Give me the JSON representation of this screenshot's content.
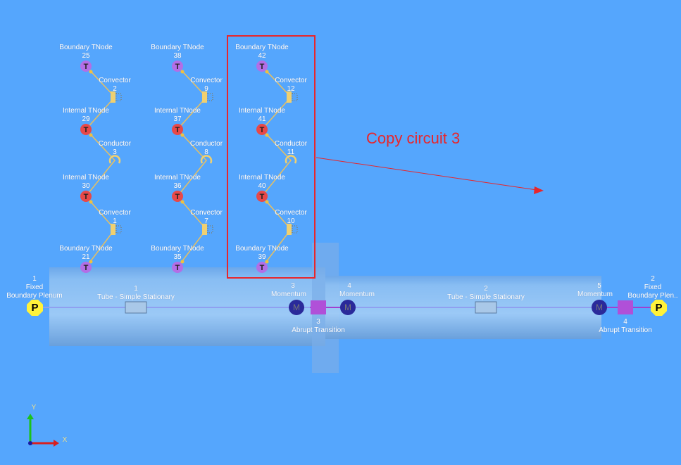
{
  "colors": {
    "background": "#55a6fd",
    "highlight": "#e8262b",
    "boundary_tnode": "#b36ee6",
    "internal_tnode": "#e84848",
    "plenum": "#fff23a",
    "momentum": "#2a2a9a"
  },
  "circuits": [
    {
      "nodes": [
        {
          "type": "Boundary TNode",
          "id": "25"
        },
        {
          "type": "Internal TNode",
          "id": "29"
        },
        {
          "type": "Internal TNode",
          "id": "30"
        },
        {
          "type": "Boundary TNode",
          "id": "21"
        }
      ],
      "links": [
        {
          "type": "Convector",
          "id": "2"
        },
        {
          "type": "Conductor",
          "id": "3"
        },
        {
          "type": "Convector",
          "id": "1"
        }
      ]
    },
    {
      "nodes": [
        {
          "type": "Boundary TNode",
          "id": "38"
        },
        {
          "type": "Internal TNode",
          "id": "37"
        },
        {
          "type": "Internal TNode",
          "id": "36"
        },
        {
          "type": "Boundary TNode",
          "id": "35"
        }
      ],
      "links": [
        {
          "type": "Convector",
          "id": "9"
        },
        {
          "type": "Conductor",
          "id": "8"
        },
        {
          "type": "Convector",
          "id": "7"
        }
      ]
    },
    {
      "nodes": [
        {
          "type": "Boundary TNode",
          "id": "42"
        },
        {
          "type": "Internal TNode",
          "id": "41"
        },
        {
          "type": "Internal TNode",
          "id": "40"
        },
        {
          "type": "Boundary TNode",
          "id": "39"
        }
      ],
      "links": [
        {
          "type": "Convector",
          "id": "12"
        },
        {
          "type": "Conductor",
          "id": "11"
        },
        {
          "type": "Convector",
          "id": "10"
        }
      ]
    }
  ],
  "tnode_glyph": "T",
  "flow": {
    "plenum1": {
      "id": "1",
      "type1": "Fixed",
      "type2": "Boundary Plenum",
      "glyph": "P"
    },
    "plenum2": {
      "id": "2",
      "type1": "Fixed",
      "type2": "Boundary Plen..",
      "glyph": "P"
    },
    "tube1": {
      "id": "1",
      "type": "Tube - Simple Stationary"
    },
    "tube2": {
      "id": "2",
      "type": "Tube - Simple Stationary"
    },
    "momentum3": {
      "id": "3",
      "type": "Momentum",
      "glyph": "M"
    },
    "momentum4": {
      "id": "4",
      "type": "Momentum",
      "glyph": "M"
    },
    "momentum5": {
      "id": "5",
      "type": "Momentum",
      "glyph": "M"
    },
    "abrupt3": {
      "id": "3",
      "type": "Abrupt Transition"
    },
    "abrupt4": {
      "id": "4",
      "type": "Abrupt Transition"
    }
  },
  "annotation": "Copy circuit 3",
  "axes": {
    "x": "X",
    "y": "Y"
  }
}
